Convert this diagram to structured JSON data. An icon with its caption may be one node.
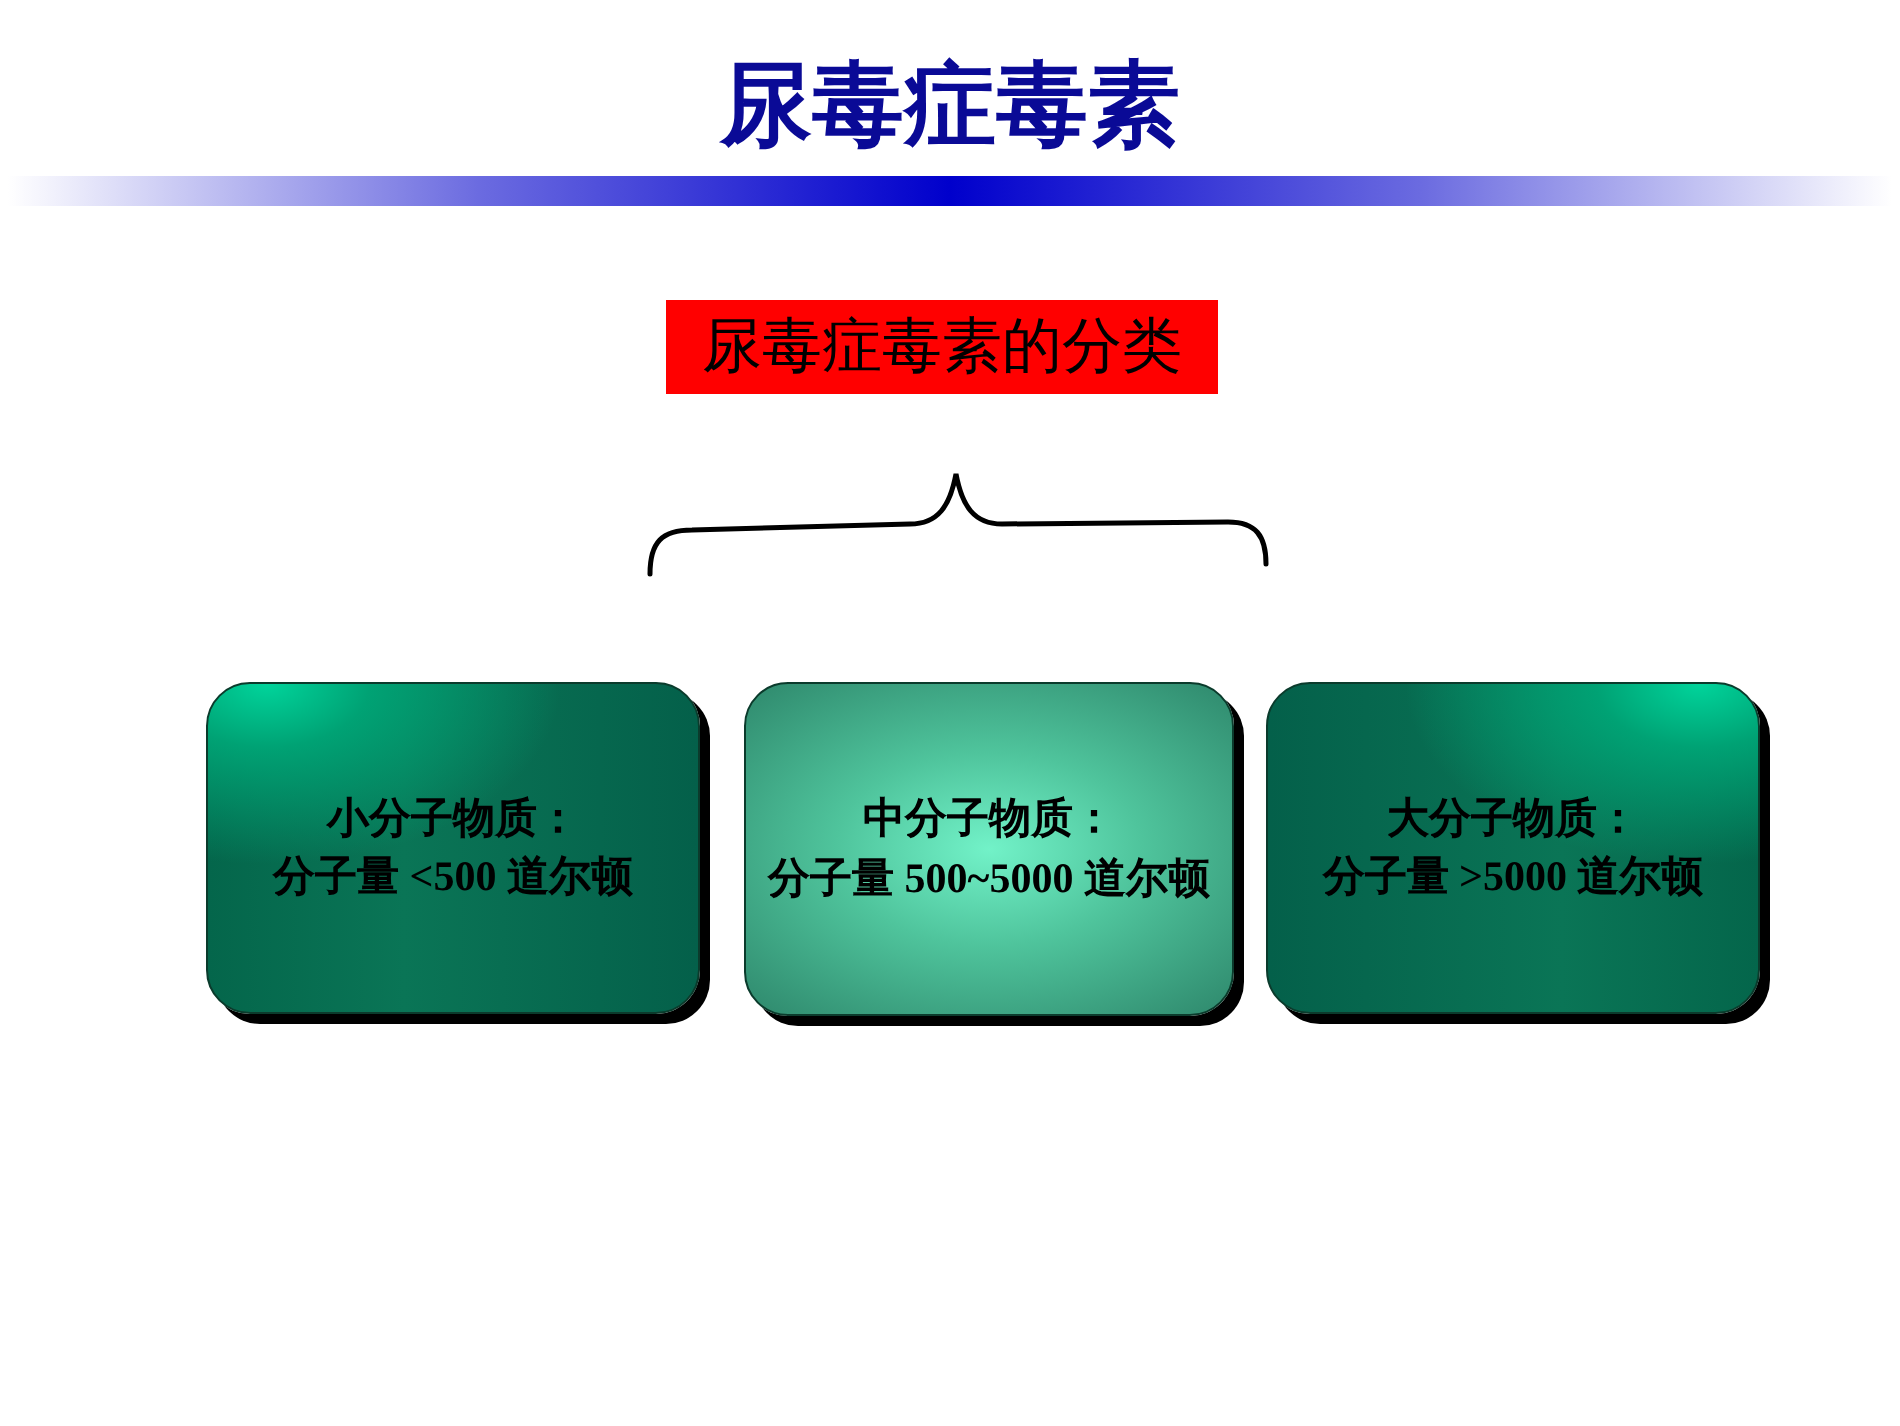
{
  "diagram": {
    "title": "尿毒症毒素",
    "nodes": [
      {
        "text": [],
        "shape": "bar"
      },
      {
        "text": [
          "尿毒症毒素的分类"
        ]
      },
      {
        "text": [
          "小分子物质：",
          "分子量 <500 道尔顿"
        ]
      },
      {
        "text": [
          "中分子物质：",
          "分子量 500~5000 道尔顿"
        ]
      },
      {
        "text": [
          "大分子物质：",
          "分子量 >5000 道尔顿"
        ]
      }
    ]
  }
}
